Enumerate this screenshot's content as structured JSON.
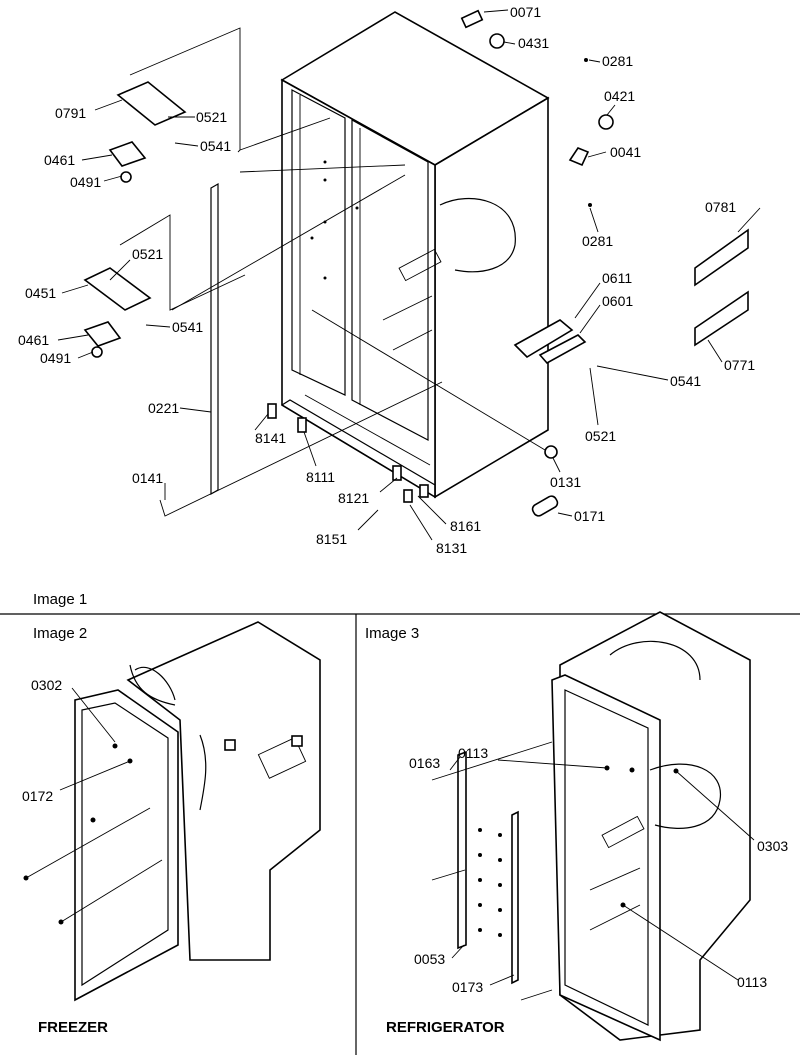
{
  "image1": {
    "caption": "Image 1",
    "parts": [
      "0071",
      "0431",
      "0281",
      "0421",
      "0041",
      "0281",
      "0781",
      "0611",
      "0601",
      "0771",
      "0541",
      "0521",
      "0131",
      "0171",
      "8161",
      "8131",
      "8151",
      "8121",
      "8111",
      "8141",
      "0141",
      "0221",
      "0791",
      "0521",
      "0541",
      "0461",
      "0491",
      "0451",
      "0521",
      "0541",
      "0461",
      "0491"
    ]
  },
  "image2": {
    "caption": "Image 2",
    "footer": "FREEZER",
    "parts": [
      "0302",
      "0172"
    ]
  },
  "image3": {
    "caption": "Image 3",
    "footer": "REFRIGERATOR",
    "parts": [
      "0113",
      "0163",
      "0303",
      "0053",
      "0173",
      "0113"
    ]
  }
}
